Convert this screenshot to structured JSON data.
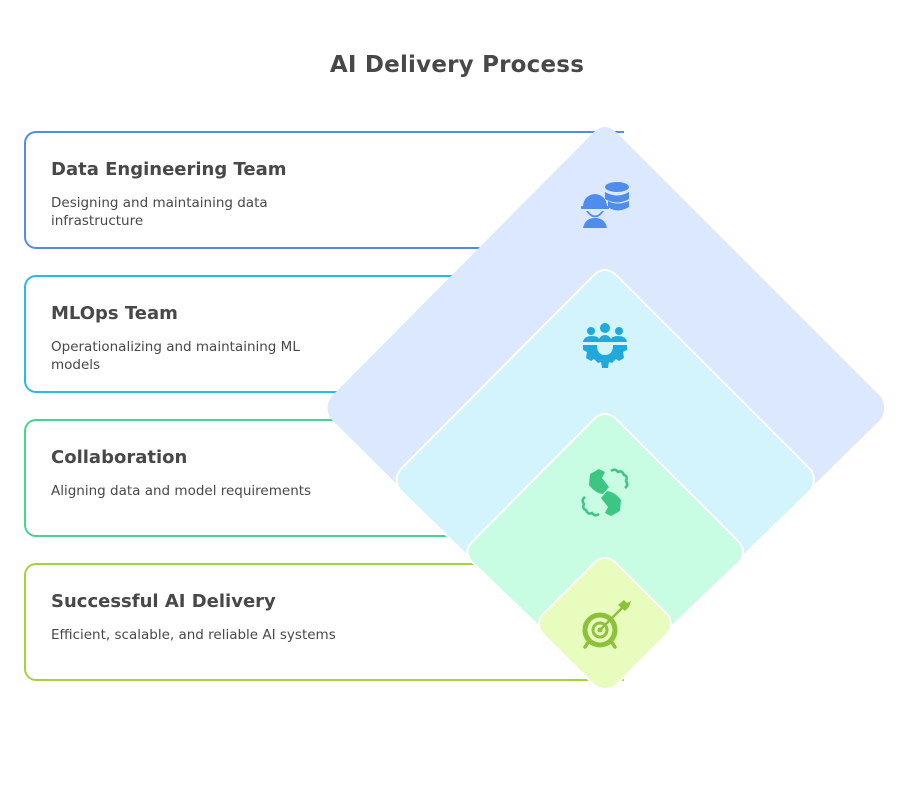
{
  "title": "AI Delivery Process",
  "layers": [
    {
      "title": "Data Engineering Team",
      "description": "Designing and maintaining data infrastructure",
      "icon": "engineer-database-icon",
      "border_color": "#4f8cec",
      "fill_color": "#dce8fd",
      "icon_color": "#4f8cec"
    },
    {
      "title": "MLOps Team",
      "description": "Operationalizing and maintaining ML models",
      "icon": "team-gear-icon",
      "border_color": "#25bde8",
      "fill_color": "#d3f3fd",
      "icon_color": "#1faadb"
    },
    {
      "title": "Collaboration",
      "description": "Aligning data and model requirements",
      "icon": "handshake-gear-icon",
      "border_color": "#44d68f",
      "fill_color": "#c8fce3",
      "icon_color": "#3dc583"
    },
    {
      "title": "Successful AI Delivery",
      "description": "Efficient, scalable, and reliable AI systems",
      "icon": "target-dart-icon",
      "border_color": "#a3d43a",
      "fill_color": "#e8fcbd",
      "icon_color": "#8cc13a"
    }
  ]
}
